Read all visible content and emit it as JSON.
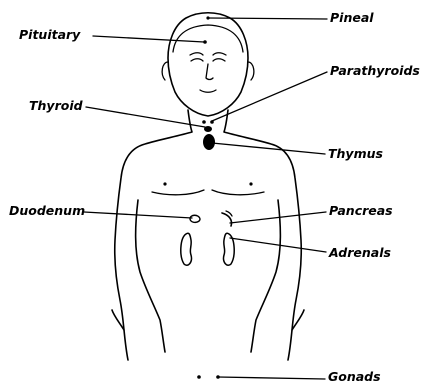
{
  "labels": {
    "pineal": "Pineal",
    "pituitary": "Pituitary",
    "parathyroids": "Parathyroids",
    "thyroid": "Thyroid",
    "thymus": "Thymus",
    "duodenum": "Duodenum",
    "pancreas": "Pancreas",
    "adrenals": "Adrenals",
    "gonads": "Gonads"
  },
  "colors": {
    "ink": "#000000",
    "background": "#ffffff"
  }
}
